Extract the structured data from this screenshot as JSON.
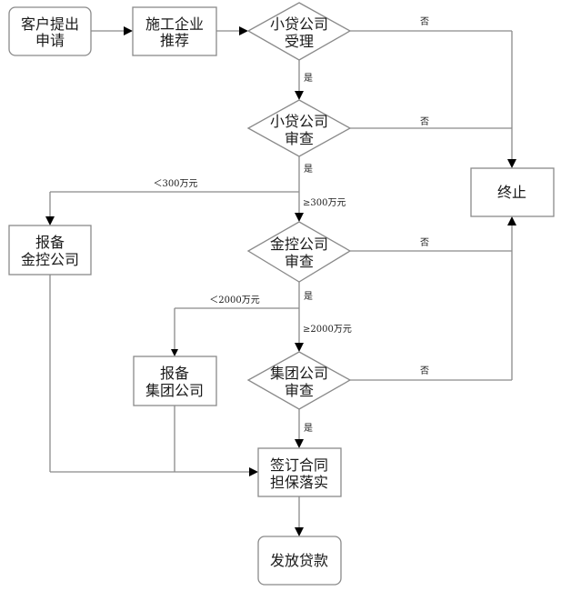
{
  "diagram": {
    "type": "flowchart",
    "nodes": {
      "apply": {
        "shape": "rounded-rect",
        "lines": [
          "客户提出",
          "申请"
        ]
      },
      "recommend": {
        "shape": "rect",
        "lines": [
          "施工企业",
          "推荐"
        ]
      },
      "accept": {
        "shape": "diamond",
        "lines": [
          "小贷公司",
          "受理"
        ]
      },
      "review": {
        "shape": "diamond",
        "lines": [
          "小贷公司",
          "审查"
        ]
      },
      "terminate": {
        "shape": "rect",
        "lines": [
          "终止"
        ]
      },
      "report_holding": {
        "shape": "rect",
        "lines": [
          "报备",
          "金控公司"
        ]
      },
      "holding_review": {
        "shape": "diamond",
        "lines": [
          "金控公司",
          "审查"
        ]
      },
      "report_group": {
        "shape": "rect",
        "lines": [
          "报备",
          "集团公司"
        ]
      },
      "group_review": {
        "shape": "diamond",
        "lines": [
          "集团公司",
          "审查"
        ]
      },
      "contract": {
        "shape": "rect",
        "lines": [
          "签订合同",
          "担保落实"
        ]
      },
      "disburse": {
        "shape": "rounded-rect",
        "lines": [
          "发放贷款"
        ]
      }
    },
    "edge_labels": {
      "accept_no": "否",
      "accept_yes": "是",
      "review_no": "否",
      "review_yes": "是",
      "lt300": "＜300万元",
      "ge300": "≥300万元",
      "holding_no": "否",
      "holding_yes": "是",
      "lt2000": "＜2000万元",
      "ge2000": "≥2000万元",
      "group_no": "否",
      "group_yes": "是"
    },
    "edges": [
      {
        "from": "apply",
        "to": "recommend",
        "label": ""
      },
      {
        "from": "recommend",
        "to": "accept",
        "label": ""
      },
      {
        "from": "accept",
        "to": "terminate",
        "label": "否"
      },
      {
        "from": "accept",
        "to": "review",
        "label": "是"
      },
      {
        "from": "review",
        "to": "terminate",
        "label": "否"
      },
      {
        "from": "review",
        "to": "report_holding",
        "label": "是 / ＜300万元"
      },
      {
        "from": "review",
        "to": "holding_review",
        "label": "是 / ≥300万元"
      },
      {
        "from": "holding_review",
        "to": "terminate",
        "label": "否"
      },
      {
        "from": "holding_review",
        "to": "report_group",
        "label": "是 / ＜2000万元"
      },
      {
        "from": "holding_review",
        "to": "group_review",
        "label": "是 / ≥2000万元"
      },
      {
        "from": "group_review",
        "to": "terminate",
        "label": "否"
      },
      {
        "from": "group_review",
        "to": "contract",
        "label": "是"
      },
      {
        "from": "report_holding",
        "to": "contract",
        "label": ""
      },
      {
        "from": "report_group",
        "to": "contract",
        "label": ""
      },
      {
        "from": "contract",
        "to": "disburse",
        "label": ""
      }
    ]
  }
}
